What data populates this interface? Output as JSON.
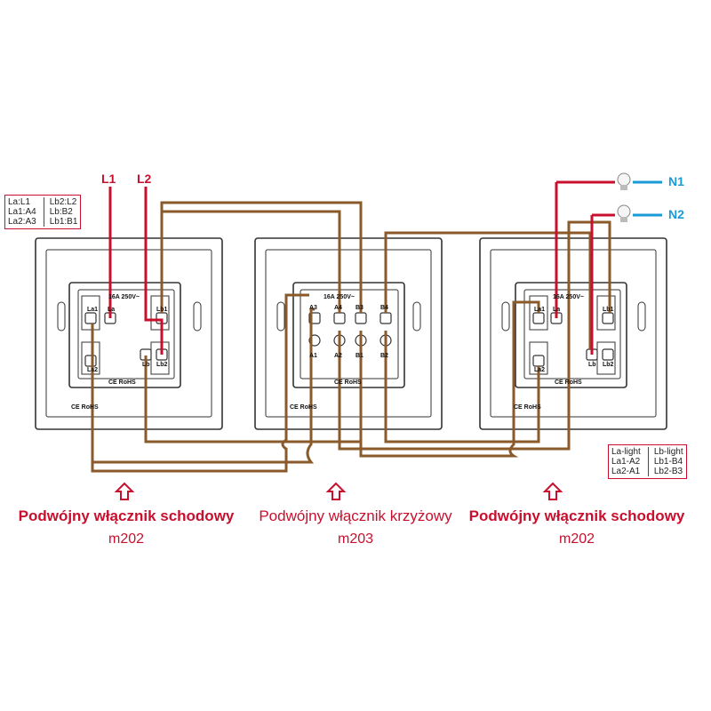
{
  "inputs": {
    "l1": "L1",
    "l2": "L2"
  },
  "outputs": {
    "n1": "N1",
    "n2": "N2"
  },
  "legend_left": {
    "col1": [
      "La:L1",
      "La1:A4",
      "La2:A3"
    ],
    "col2": [
      "Lb2:L2",
      "Lb:B2",
      "Lb1:B1"
    ]
  },
  "legend_right": {
    "col1": [
      "La-light",
      "La1-A2",
      "La2-A1"
    ],
    "col2": [
      "Lb-light",
      "Lb1-B4",
      "Lb2-B3"
    ]
  },
  "switch_left": {
    "caption": "Podwójny włącznik schodowy",
    "model": "m202",
    "rating": "16A 250V~",
    "cert": "CE RoHS",
    "terminals": [
      "La1",
      "La",
      "Lb1",
      "La2",
      "Lb",
      "Lb2"
    ]
  },
  "switch_middle": {
    "caption": "Podwójny włącznik krzyżowy",
    "model": "m203",
    "rating": "16A 250V~",
    "cert": "CE RoHS",
    "terminals": [
      "A3",
      "A4",
      "B3",
      "B4",
      "A1",
      "A2",
      "B1",
      "B2"
    ]
  },
  "switch_right": {
    "caption": "Podwójny włącznik schodowy",
    "model": "m202",
    "rating": "16A 250V~",
    "cert": "CE RoHS",
    "terminals": [
      "La1",
      "La",
      "Lb1",
      "La2",
      "Lb",
      "Lb2"
    ]
  },
  "colors": {
    "live": "#c8102e",
    "traveler": "#8b5a2b",
    "neutral": "#1a9ad6",
    "frame": "#333333"
  }
}
